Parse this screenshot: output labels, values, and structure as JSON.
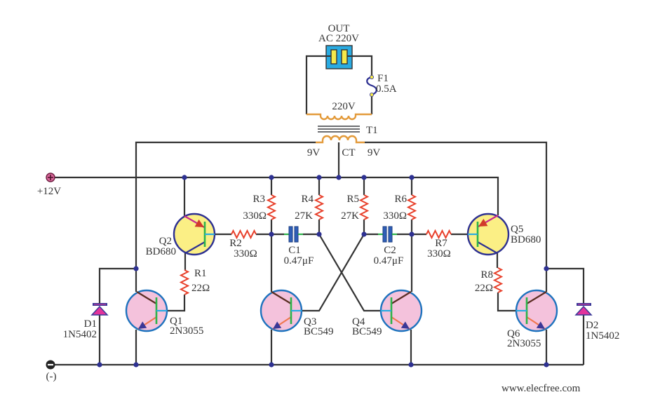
{
  "colors": {
    "wire": "#333333",
    "resistor": "#e8412c",
    "coil": "#e39a3a",
    "core": "#6d6e71",
    "npn-fill": "#f4c2dc",
    "npn-ring": "#1e73be",
    "pnp-fill": "#fbef85",
    "pnp-ring": "#2e3192",
    "base-bar": "#2db34a",
    "base-lead": "#29abe2",
    "socket": "#29abe2",
    "slot": "#f5e94a",
    "fuse": "#2e3192",
    "junction": "#2e3192",
    "diode-fill": "#e2339b",
    "pos-terminal": "#d9679b",
    "neg-terminal": "#222222",
    "text": "#333333"
  },
  "output": {
    "label": "OUT",
    "rating": "AC 220V"
  },
  "fuse": {
    "ref": "F1",
    "value": "0.5A"
  },
  "transformer": {
    "ref": "T1",
    "primary": "220V",
    "tap_left": "9V",
    "center_tap": "CT",
    "tap_right": "9V"
  },
  "power": {
    "positive": "+12V",
    "negative": "(-)"
  },
  "transistors": [
    {
      "ref": "Q1",
      "part": "2N3055",
      "type": "NPN"
    },
    {
      "ref": "Q2",
      "part": "BD680",
      "type": "PNP"
    },
    {
      "ref": "Q3",
      "part": "BC549",
      "type": "NPN"
    },
    {
      "ref": "Q4",
      "part": "BC549",
      "type": "NPN"
    },
    {
      "ref": "Q5",
      "part": "BD680",
      "type": "PNP"
    },
    {
      "ref": "Q6",
      "part": "2N3055",
      "type": "NPN"
    }
  ],
  "resistors": [
    {
      "ref": "R1",
      "value": "22Ω"
    },
    {
      "ref": "R2",
      "value": "330Ω"
    },
    {
      "ref": "R3",
      "value": "330Ω"
    },
    {
      "ref": "R4",
      "value": "27K"
    },
    {
      "ref": "R5",
      "value": "27K"
    },
    {
      "ref": "R6",
      "value": "330Ω"
    },
    {
      "ref": "R7",
      "value": "330Ω"
    },
    {
      "ref": "R8",
      "value": "22Ω"
    }
  ],
  "capacitors": [
    {
      "ref": "C1",
      "value": "0.47μF"
    },
    {
      "ref": "C2",
      "value": "0.47μF"
    }
  ],
  "diodes": [
    {
      "ref": "D1",
      "part": "1N5402"
    },
    {
      "ref": "D2",
      "part": "1N5402"
    }
  ],
  "watermark": "www.elecfree.com"
}
